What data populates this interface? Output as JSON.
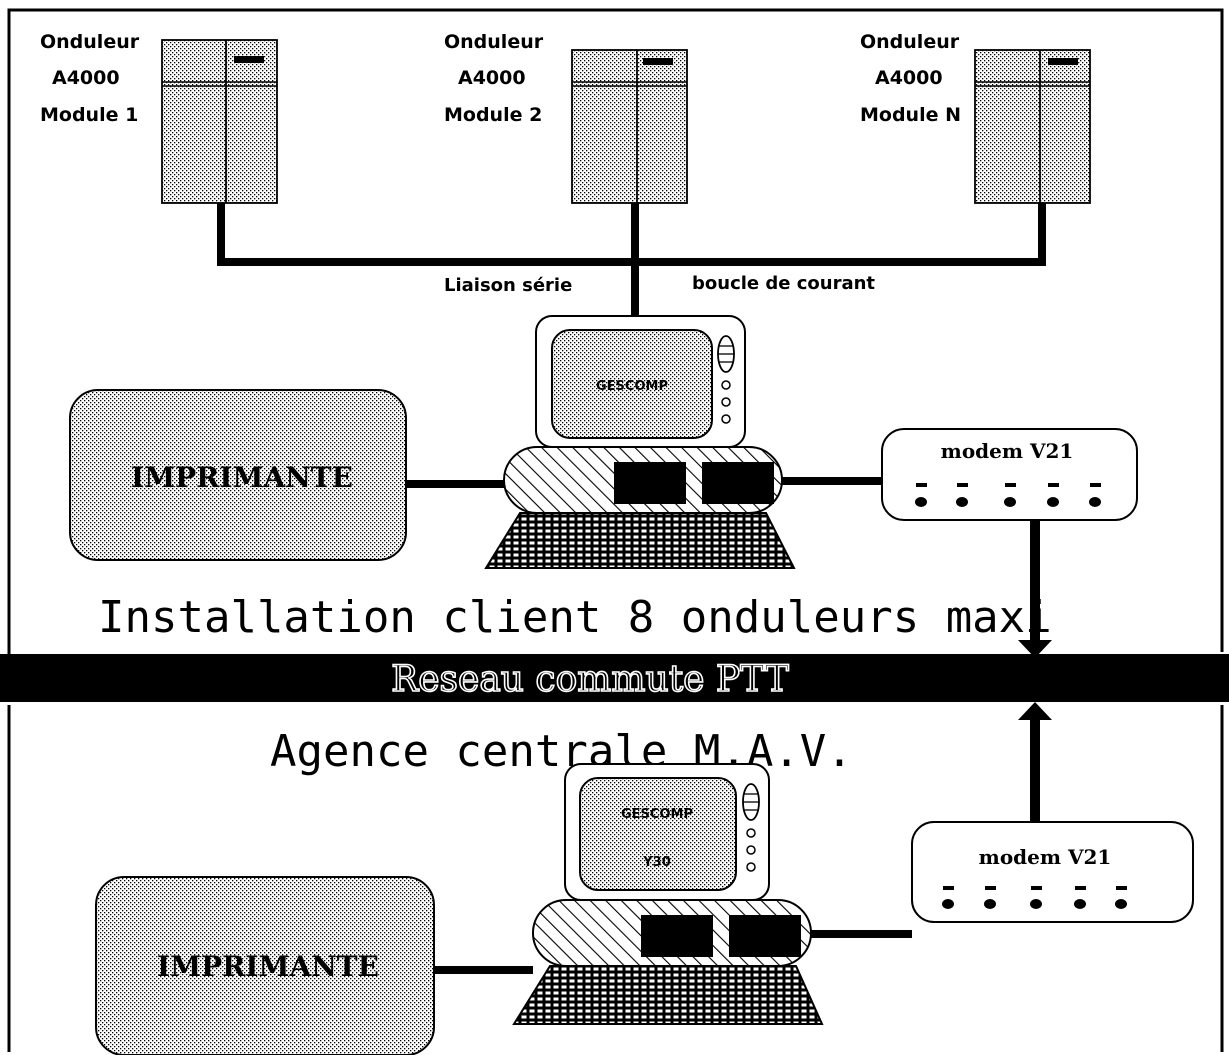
{
  "top": {
    "modules": [
      {
        "line1": "Onduleur",
        "line2": "A4000",
        "line3": "Module 1"
      },
      {
        "line1": "Onduleur",
        "line2": "A4000",
        "line3": "Module 2"
      },
      {
        "line1": "Onduleur",
        "line2": "A4000",
        "line3": "Module N"
      }
    ],
    "serial_link": "Liaison série",
    "current_loop": "boucle de courant",
    "computer_label": "GESCOMP",
    "printer": "IMPRIMANTE",
    "modem": "modem  V21",
    "installation": "Installation client 8 onduleurs maxi"
  },
  "network": "Reseau commute PTT",
  "bottom": {
    "agency": "Agence centrale M.A.V.",
    "computer_label1": "GESCOMP",
    "computer_label2": "Y30",
    "printer": "IMPRIMANTE",
    "modem": "modem  V21"
  }
}
